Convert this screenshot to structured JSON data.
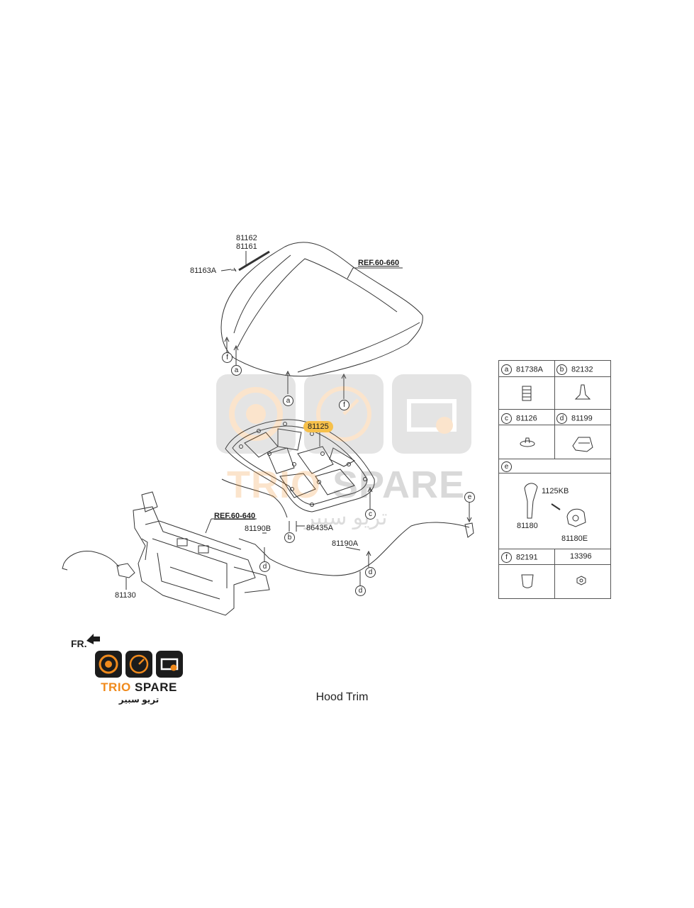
{
  "caption": "Hood Trim",
  "fr_label": "FR.",
  "brand": {
    "word_trio": "TRIO",
    "word_spare": "SPARE",
    "arabic": "تريو سبير",
    "accent": "#f08a1c",
    "dark": "#1c1c1c"
  },
  "diagram": {
    "labels": {
      "p81162": "81162",
      "p81161": "81161",
      "p81163A": "81163A",
      "ref_hood": "REF.60-660",
      "p81125": "81125",
      "ref_radiator": "REF.60-640",
      "p81190B": "81190B",
      "p86435A": "86435A",
      "p81190A": "81190A",
      "p81130": "81130"
    },
    "callouts": {
      "f1": "f",
      "a1": "a",
      "a2": "a",
      "f2": "f",
      "c1": "c",
      "b1": "b",
      "d1": "d",
      "d2": "d",
      "d3": "d",
      "e1": "e"
    },
    "highlight_color": "#f6c04a"
  },
  "legend": {
    "rows": [
      {
        "cells": [
          {
            "letter": "a",
            "part": "81738A",
            "icon": "bumper-stopper-icon"
          },
          {
            "letter": "b",
            "part": "82132",
            "icon": "clip-icon"
          }
        ]
      },
      {
        "cells": [
          {
            "letter": "c",
            "part": "81126",
            "icon": "small-stopper-icon"
          },
          {
            "letter": "d",
            "part": "81199",
            "icon": "cable-clip-icon"
          }
        ]
      },
      {
        "wide": {
          "letter": "e",
          "parts": [
            "1125KB",
            "81180",
            "81180E"
          ],
          "icon": "hood-release-handle-icon"
        }
      },
      {
        "cells": [
          {
            "letter": "f",
            "part": "82191",
            "icon": "rubber-cushion-icon"
          },
          {
            "letter": "",
            "part": "13396",
            "icon": "nut-icon"
          }
        ]
      }
    ]
  }
}
